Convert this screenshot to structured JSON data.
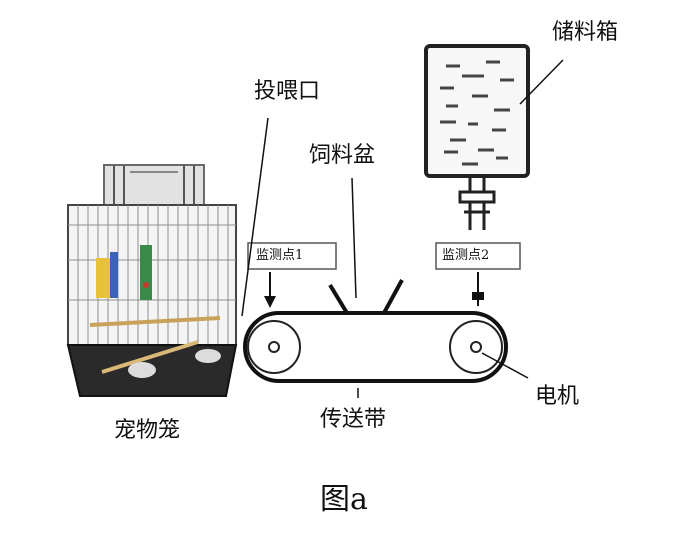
{
  "figure": {
    "caption": "图a",
    "labels": {
      "feed_port": "投喂口",
      "storage_box": "储料箱",
      "feed_bowl": "饲料盆",
      "pet_cage": "宠物笼",
      "conveyor_belt": "传送带",
      "motor": "电机",
      "monitor_point_1": "监测点1",
      "monitor_point_2": "监测点2"
    }
  }
}
